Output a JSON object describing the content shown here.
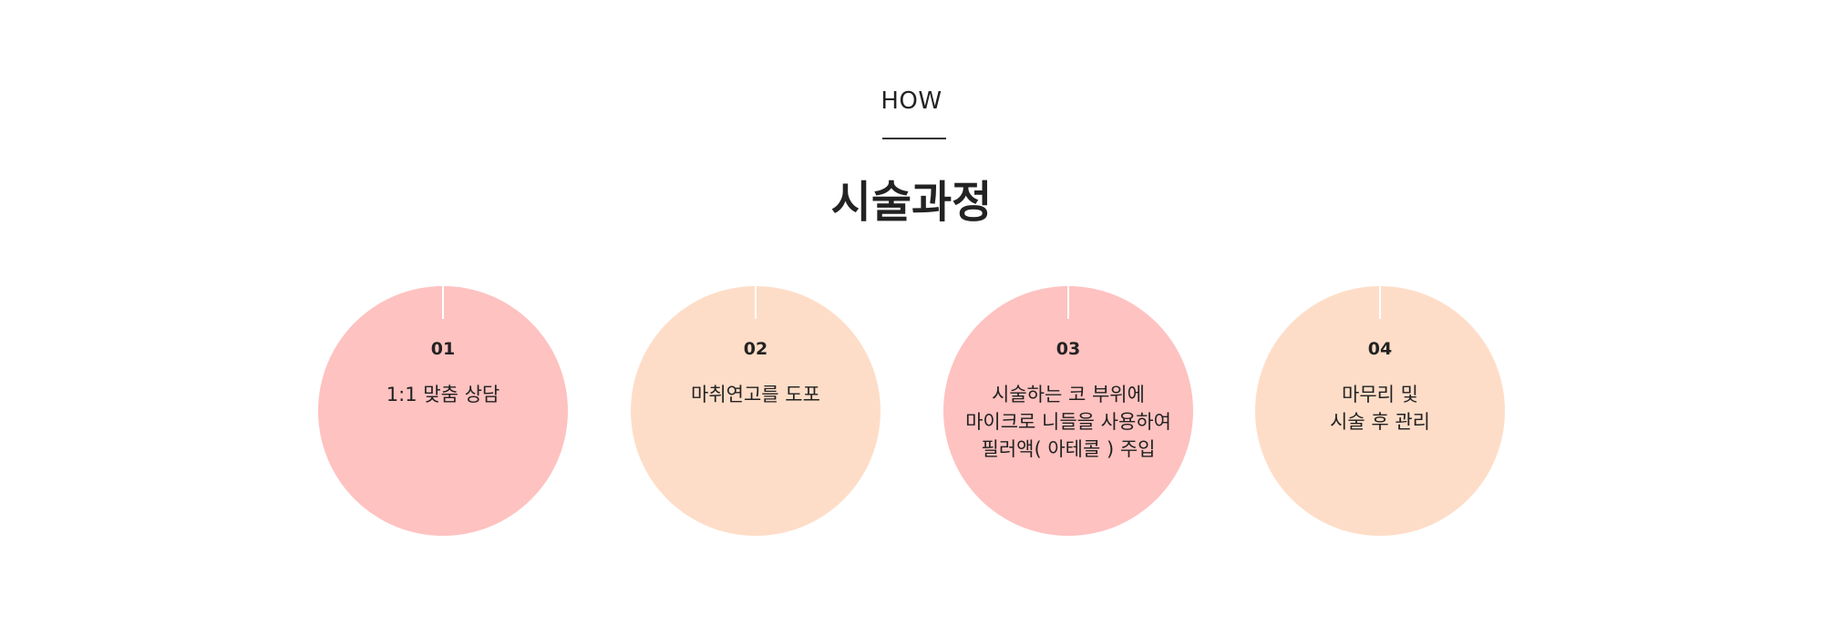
{
  "header": {
    "eyebrow": "HOW",
    "title": "시술과정"
  },
  "colors": {
    "pink": "#fec2c0",
    "peach": "#feddc8"
  },
  "steps": [
    {
      "number": "01",
      "lines": [
        "1:1 맞춤 상담"
      ],
      "color": "#fec2c0"
    },
    {
      "number": "02",
      "lines": [
        "마취연고를 도포"
      ],
      "color": "#feddc8"
    },
    {
      "number": "03",
      "lines": [
        "시술하는 코 부위에",
        "마이크로 니들을 사용하여",
        "필러액( 아테콜 ) 주입"
      ],
      "color": "#fec2c0"
    },
    {
      "number": "04",
      "lines": [
        "마무리 및",
        "시술 후 관리"
      ],
      "color": "#feddc8"
    }
  ]
}
